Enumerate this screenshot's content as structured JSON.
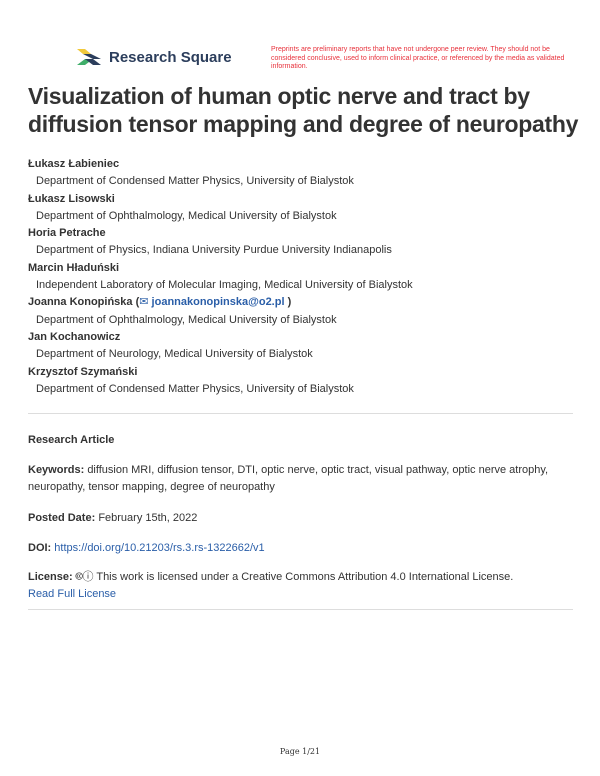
{
  "header": {
    "brand": "Research Square",
    "brand_colors": [
      "#f1c93b",
      "#3fae6a",
      "#2c3e5c"
    ],
    "disclaimer": "Preprints are preliminary reports that have not undergone peer review. They should not be considered conclusive, used to inform clinical practice, or referenced by the media as validated information."
  },
  "title": "Visualization of human optic nerve and tract by diffusion tensor mapping and degree of neuropathy",
  "authors": [
    {
      "name": "Łukasz Łabieniec",
      "affiliation": "Department of Condensed Matter Physics, University of Bialystok"
    },
    {
      "name": "Łukasz Lisowski",
      "affiliation": "Department of Ophthalmology, Medical University of Bialystok"
    },
    {
      "name": "Horia Petrache",
      "affiliation": "Department of Physics, Indiana University Purdue University Indianapolis"
    },
    {
      "name": "Marcin Hładuński",
      "affiliation": "Independent Laboratory of Molecular Imaging, Medical University of Bialystok"
    },
    {
      "name": "Joanna Konopińska",
      "email": "joannakonopinska@o2.pl",
      "affiliation": "Department of Ophthalmology, Medical University of Bialystok"
    },
    {
      "name": "Jan Kochanowicz",
      "affiliation": "Department of Neurology, Medical University of Bialystok"
    },
    {
      "name": "Krzysztof Szymański",
      "affiliation": "Department of Condensed Matter Physics, University of Bialystok"
    }
  ],
  "article_type": "Research Article",
  "keywords": {
    "label": "Keywords:",
    "value": "diffusion MRI, diffusion tensor, DTI, optic nerve, optic tract, visual pathway, optic nerve atrophy, neuropathy, tensor mapping, degree of neuropathy"
  },
  "posted": {
    "label": "Posted Date:",
    "value": "February 15th, 2022"
  },
  "doi": {
    "label": "DOI:",
    "value": "https://doi.org/10.21203/rs.3.rs-1322662/v1"
  },
  "license": {
    "label": "License:",
    "text": "This work is licensed under a Creative Commons Attribution 4.0 International License.",
    "link": "Read Full License"
  },
  "footer": {
    "page": "Page 1/21"
  }
}
